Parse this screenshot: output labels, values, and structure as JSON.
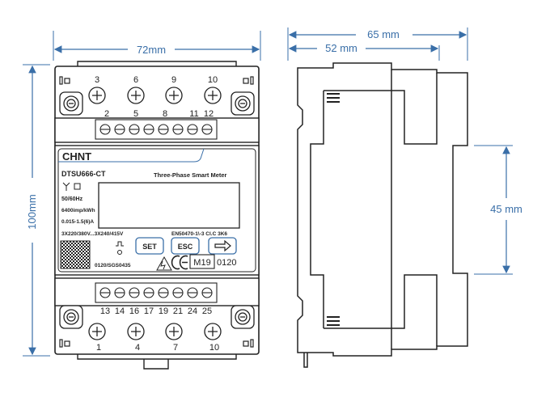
{
  "dimensions": {
    "front_width": "72mm",
    "front_height": "100mm",
    "side_depth": "65 mm",
    "side_depth_inner": "52 mm",
    "rail_height": "45 mm"
  },
  "terminals": {
    "top_numbers": [
      "3",
      "6",
      "9",
      "10"
    ],
    "top_row": [
      "2",
      "5",
      "8",
      "11",
      "12"
    ],
    "bottom_row": [
      "13",
      "14",
      "16",
      "17",
      "19",
      "21",
      "24",
      "25"
    ],
    "bottom_numbers": [
      "1",
      "4",
      "7",
      "10"
    ]
  },
  "meter": {
    "brand": "CHNT",
    "model": "DTSU666-CT",
    "title": "Three-Phase Smart Meter",
    "freq": "50/60Hz",
    "imp": "6400imp/kWh",
    "current": "0.015-1.5(6)A",
    "voltage": "3X220/380V...3X240/415V",
    "standard": "EN50470-1\\-3 Cl.C 3K6",
    "cert": "0120/SGS0435",
    "mark_m19": "M19",
    "mark_num": "0120",
    "set_label": "SET",
    "esc_label": "ESC"
  },
  "colors": {
    "dimension": "#3a6fa8",
    "outline": "#222222"
  }
}
